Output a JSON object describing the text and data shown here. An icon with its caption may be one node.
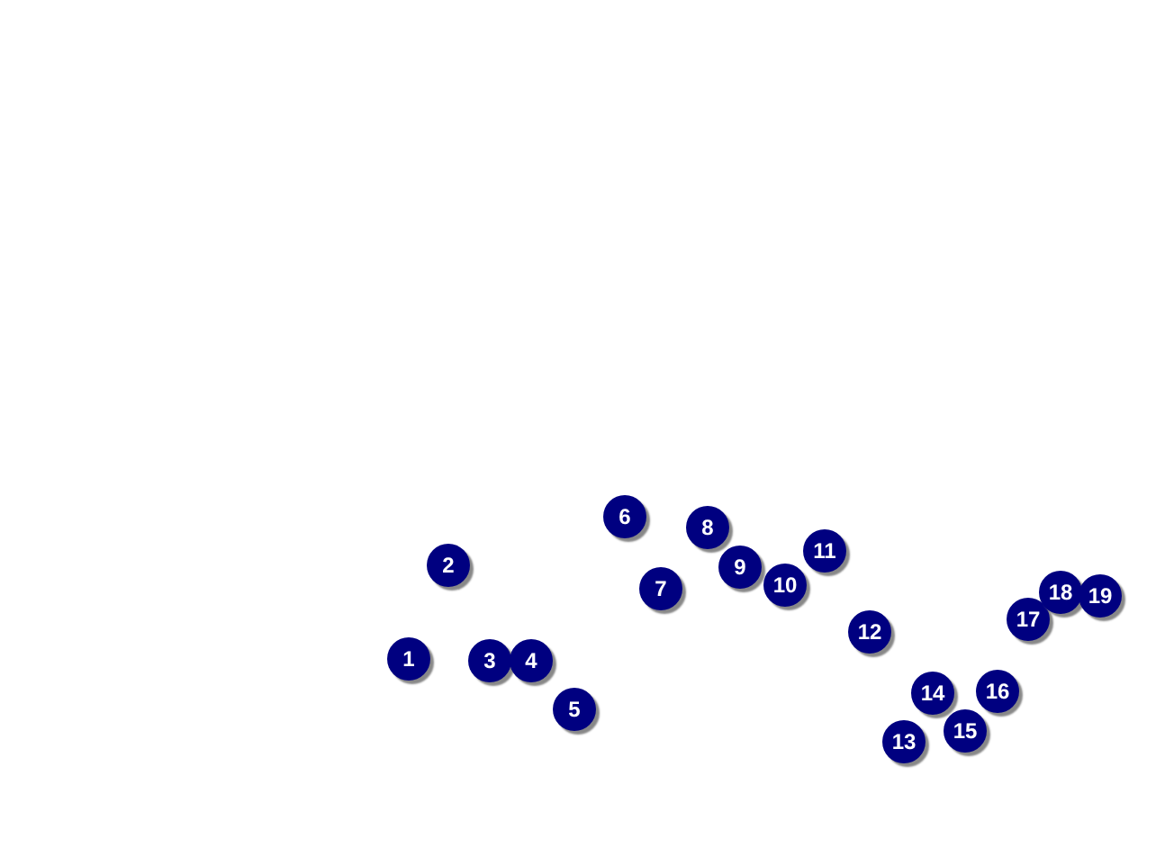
{
  "diagram": {
    "labels": [
      "1",
      "2",
      "3",
      "4",
      "5",
      "6",
      "7",
      "8",
      "9",
      "10",
      "11",
      "12",
      "13",
      "14",
      "15",
      "16",
      "17",
      "18",
      "19"
    ]
  }
}
